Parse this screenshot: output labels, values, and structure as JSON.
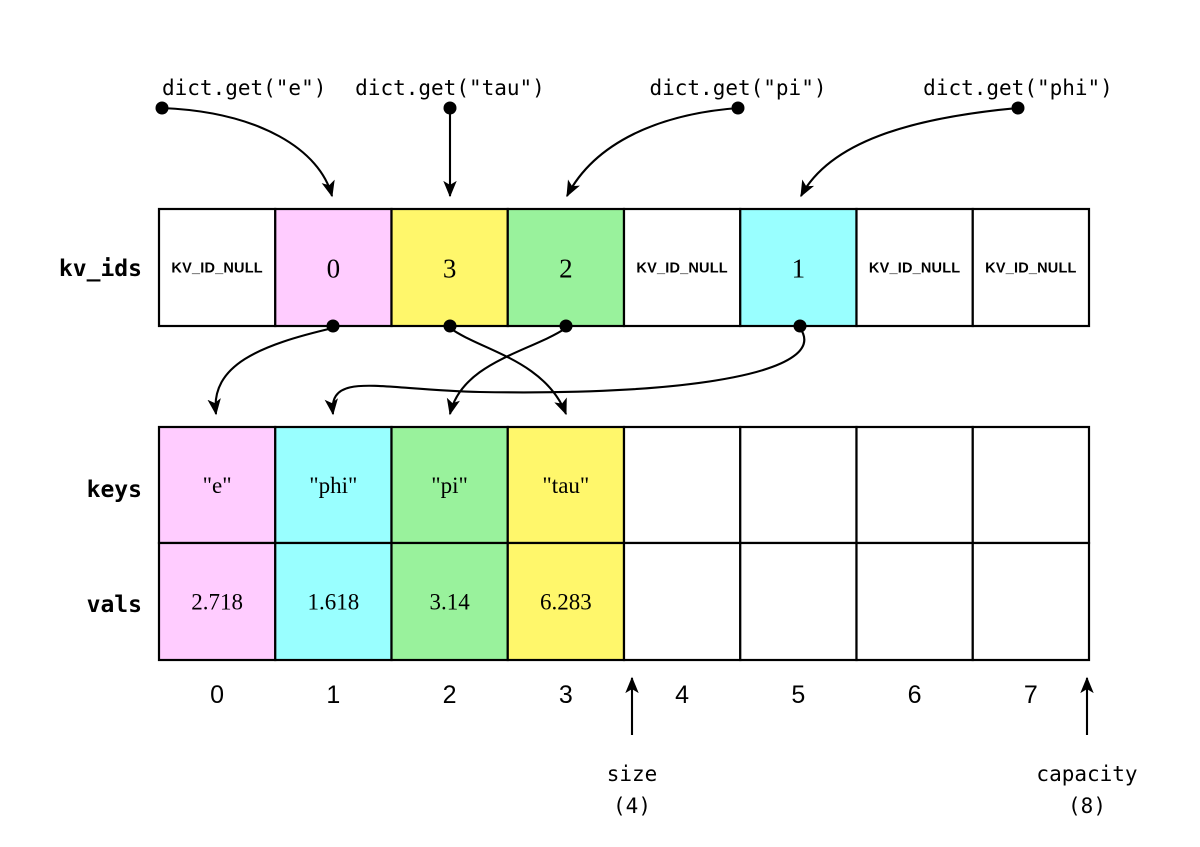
{
  "diagram": {
    "title": "Hash map dict internal arrays",
    "colors": {
      "pink": "#FFCCFF",
      "cyan": "#99FFFF",
      "green": "#99F29C",
      "yellow": "#FFF76B",
      "white": "#FFFFFF",
      "stroke": "#000000"
    },
    "calls": [
      {
        "label": "dict.get(\"e\")",
        "target_slot": 1
      },
      {
        "label": "dict.get(\"tau\")",
        "target_slot": 2
      },
      {
        "label": "dict.get(\"pi\")",
        "target_slot": 3
      },
      {
        "label": "dict.get(\"phi\")",
        "target_slot": 5
      }
    ],
    "rows": {
      "kv_ids_label": "kv_ids",
      "keys_label": "keys",
      "vals_label": "vals"
    },
    "kv_ids": [
      {
        "value": "KV_ID_NULL",
        "null": true,
        "color": "white"
      },
      {
        "value": "0",
        "null": false,
        "color": "pink"
      },
      {
        "value": "3",
        "null": false,
        "color": "yellow"
      },
      {
        "value": "2",
        "null": false,
        "color": "green"
      },
      {
        "value": "KV_ID_NULL",
        "null": true,
        "color": "white"
      },
      {
        "value": "1",
        "null": false,
        "color": "cyan"
      },
      {
        "value": "KV_ID_NULL",
        "null": true,
        "color": "white"
      },
      {
        "value": "KV_ID_NULL",
        "null": true,
        "color": "white"
      }
    ],
    "keys": [
      {
        "value": "\"e\"",
        "color": "pink"
      },
      {
        "value": "\"phi\"",
        "color": "cyan"
      },
      {
        "value": "\"pi\"",
        "color": "green"
      },
      {
        "value": "\"tau\"",
        "color": "yellow"
      },
      {
        "value": "",
        "color": "white"
      },
      {
        "value": "",
        "color": "white"
      },
      {
        "value": "",
        "color": "white"
      },
      {
        "value": "",
        "color": "white"
      }
    ],
    "vals": [
      {
        "value": "2.718",
        "color": "pink"
      },
      {
        "value": "1.618",
        "color": "cyan"
      },
      {
        "value": "3.14",
        "color": "green"
      },
      {
        "value": "6.283",
        "color": "yellow"
      },
      {
        "value": "",
        "color": "white"
      },
      {
        "value": "",
        "color": "white"
      },
      {
        "value": "",
        "color": "white"
      },
      {
        "value": "",
        "color": "white"
      }
    ],
    "indices": [
      "0",
      "1",
      "2",
      "3",
      "4",
      "5",
      "6",
      "7"
    ],
    "slot_links": [
      {
        "from_slot": 1,
        "to_index": 0
      },
      {
        "from_slot": 2,
        "to_index": 3
      },
      {
        "from_slot": 3,
        "to_index": 2
      },
      {
        "from_slot": 5,
        "to_index": 1
      }
    ],
    "markers": [
      {
        "name": "size",
        "label": "size",
        "value": "(4)",
        "at_index": 4
      },
      {
        "name": "capacity",
        "label": "capacity",
        "value": "(8)",
        "at_index": 8
      }
    ]
  }
}
